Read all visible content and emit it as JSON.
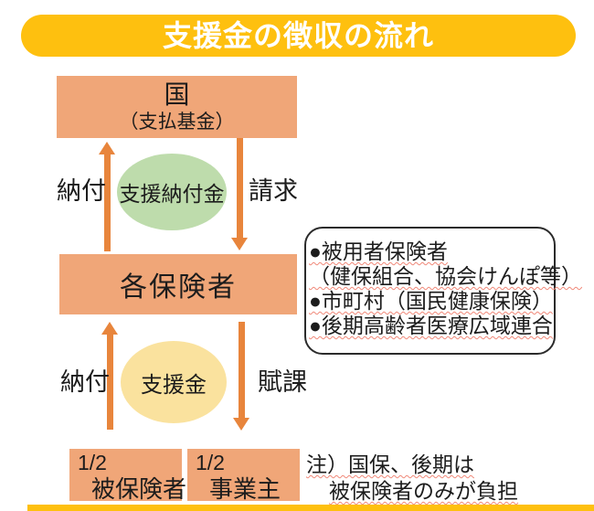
{
  "title": {
    "text": "支援金の徴収の流れ"
  },
  "flow": {
    "top_box": {
      "line1": "国",
      "line2": "（支払基金）"
    },
    "middle_box": {
      "label": "各保険者"
    },
    "upper": {
      "left_arrow_label": "納付",
      "right_arrow_label": "請求",
      "ellipse_label": "支援納付金"
    },
    "lower": {
      "left_arrow_label": "納付",
      "right_arrow_label": "賦課",
      "ellipse_label": "支援金"
    },
    "bottom_boxes": [
      {
        "fraction": "1/2",
        "label": "被保険者"
      },
      {
        "fraction": "1/2",
        "label": "事業主"
      }
    ]
  },
  "insurers_panel": {
    "lines": [
      "●被用者保険者",
      "（健保組合、協会けんぽ等）",
      "●市町村（国民健康保険）",
      "●後期高齢者医療広域連合"
    ]
  },
  "note": {
    "line1": "注）国保、後期は",
    "line2": "被保険者のみが負担"
  },
  "colors": {
    "accent_yellow": "#FEC00F",
    "box_salmon": "#F0A678",
    "arrow_orange": "#E8853C",
    "ellipse_green": "#BEDCAC",
    "ellipse_yellow": "#FAE29E",
    "underline_red": "#F08878",
    "title_text": "#FFFFFF"
  }
}
